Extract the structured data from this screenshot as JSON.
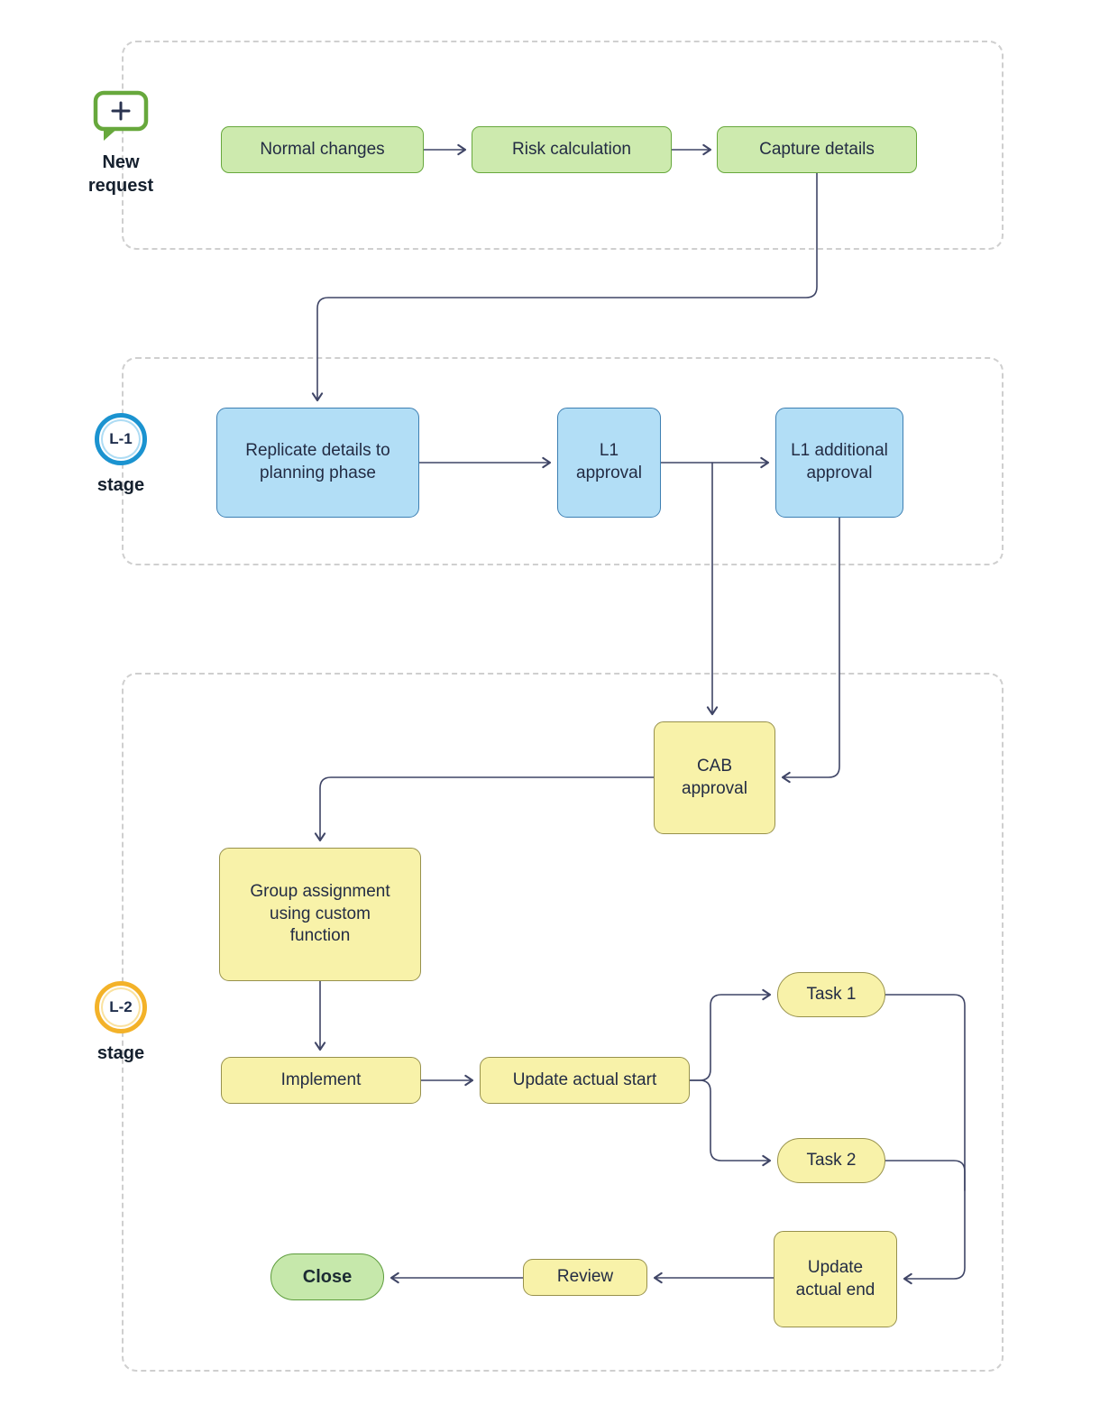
{
  "stage_markers": {
    "new_request": {
      "label": "New request"
    },
    "l1": {
      "badge": "L-1",
      "label": "stage"
    },
    "l2": {
      "badge": "L-2",
      "label": "stage"
    }
  },
  "nodes": {
    "normal_changes": "Normal changes",
    "risk_calculation": "Risk calculation",
    "capture_details": "Capture details",
    "replicate_details": "Replicate details to planning phase",
    "l1_approval": "L1 approval",
    "l1_additional_approval": "L1 additional approval",
    "cab_approval": "CAB approval",
    "group_assignment": "Group assignment using custom function",
    "implement": "Implement",
    "update_actual_start": "Update actual start",
    "task_1": "Task 1",
    "task_2": "Task 2",
    "update_actual_end": "Update actual end",
    "review": "Review",
    "close": "Close"
  },
  "colors": {
    "green_fill": "#cdeaae",
    "green_border": "#67a83c",
    "blue_fill": "#b2def6",
    "blue_border": "#3d7fb2",
    "yellow_fill": "#f8f2a9",
    "yellow_border": "#97914c",
    "connector": "#3f4566",
    "l1_ring": "#1b93d0",
    "l2_ring": "#f3b229",
    "close_fill": "#c6e8ab",
    "dashed_border": "#cfcfcf"
  }
}
